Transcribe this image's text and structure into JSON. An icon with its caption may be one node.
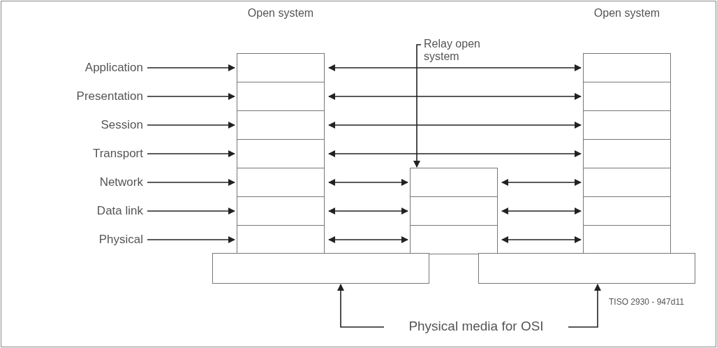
{
  "diagram": {
    "nodes": [
      {
        "text": [
          "Application"
        ]
      },
      {
        "text": [
          "Presentation"
        ]
      },
      {
        "text": [
          "Session"
        ]
      },
      {
        "text": [
          "Transport"
        ]
      },
      {
        "text": [
          "Network"
        ]
      },
      {
        "text": [
          "Data link"
        ]
      },
      {
        "text": [
          "Physical"
        ]
      },
      {
        "text": [
          "Open system"
        ]
      },
      {
        "text": [],
        "shape": "box",
        "in": 7
      },
      {
        "text": [],
        "shape": "box",
        "in": 7
      },
      {
        "text": [],
        "shape": "box",
        "in": 7
      },
      {
        "text": [],
        "shape": "box",
        "in": 7
      },
      {
        "text": [],
        "shape": "box",
        "in": 7
      },
      {
        "text": [],
        "shape": "box",
        "in": 7
      },
      {
        "text": [],
        "shape": "box",
        "in": 7
      },
      {
        "text": [
          "Relay open system"
        ]
      },
      {
        "text": [],
        "shape": "box"
      },
      {
        "text": [],
        "shape": "box",
        "in": 16
      },
      {
        "text": [],
        "shape": "box",
        "in": 16
      },
      {
        "text": [],
        "shape": "box",
        "in": 16
      },
      {
        "text": [
          "Open system"
        ]
      },
      {
        "text": [],
        "shape": "box",
        "in": 20
      },
      {
        "text": [],
        "shape": "box",
        "in": 20
      },
      {
        "text": [],
        "shape": "box",
        "in": 20
      },
      {
        "text": [],
        "shape": "box",
        "in": 20
      },
      {
        "text": [],
        "shape": "box",
        "in": 20
      },
      {
        "text": [],
        "shape": "box",
        "in": 20
      },
      {
        "text": [],
        "shape": "box",
        "in": 20
      },
      {
        "text": [],
        "shape": "box"
      },
      {
        "text": [],
        "shape": "box"
      },
      {
        "text": [
          "Physical media for OSI"
        ]
      }
    ],
    "edges": [
      {
        "from": 0,
        "to": 8,
        "arrow": "to"
      },
      {
        "from": 1,
        "to": 9,
        "arrow": "to"
      },
      {
        "from": 2,
        "to": 10,
        "arrow": "to"
      },
      {
        "from": 3,
        "to": 11,
        "arrow": "to"
      },
      {
        "from": 4,
        "to": 12,
        "arrow": "to"
      },
      {
        "from": 5,
        "to": 13,
        "arrow": "to"
      },
      {
        "from": 6,
        "to": 14,
        "arrow": "to"
      },
      {
        "from": 8,
        "to": 21,
        "arrow": "both"
      },
      {
        "from": 9,
        "to": 22,
        "arrow": "both"
      },
      {
        "from": 10,
        "to": 23,
        "arrow": "both"
      },
      {
        "from": 11,
        "to": 24,
        "arrow": "both"
      },
      {
        "from": 12,
        "to": 17,
        "arrow": "both"
      },
      {
        "from": 13,
        "to": 18,
        "arrow": "both"
      },
      {
        "from": 14,
        "to": 19,
        "arrow": "both"
      },
      {
        "from": 17,
        "to": 25,
        "arrow": "both"
      },
      {
        "from": 18,
        "to": 26,
        "arrow": "both"
      },
      {
        "from": 19,
        "to": 27,
        "arrow": "both"
      },
      {
        "from": 15,
        "to": 16,
        "arrow": "to"
      },
      {
        "from": 30,
        "to": 28,
        "arrow": "to"
      },
      {
        "from": 30,
        "to": 29,
        "arrow": "to"
      }
    ],
    "labels": [
      "TISO 2930 - 947d11"
    ]
  }
}
